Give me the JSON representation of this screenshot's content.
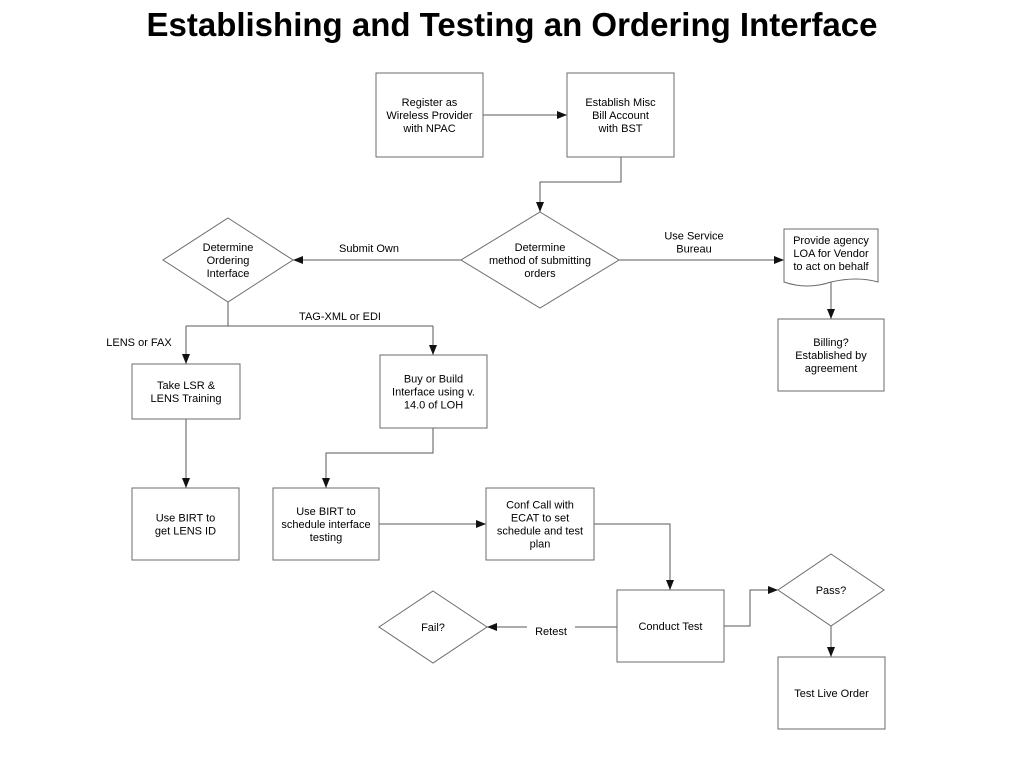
{
  "title": "Establishing and Testing an Ordering Interface",
  "nodes": {
    "register": [
      "Register as",
      "Wireless Provider",
      "with NPAC"
    ],
    "establish_misc": [
      "Establish Misc",
      "Bill Account",
      "with BST"
    ],
    "determine_method": [
      "Determine",
      "method of submitting",
      "orders"
    ],
    "determine_interface": [
      "Determine",
      "Ordering",
      "Interface"
    ],
    "provide_loa": [
      "Provide agency",
      "LOA for Vendor",
      "to act on behalf"
    ],
    "billing": [
      "Billing?",
      "Established by",
      "agreement"
    ],
    "take_lsr": [
      "Take LSR &",
      "LENS Training"
    ],
    "buy_build": [
      "Buy or Build",
      "Interface using v.",
      "14.0 of LOH"
    ],
    "use_birt_lens": [
      "Use BIRT to",
      "get LENS ID"
    ],
    "use_birt_schedule": [
      "Use BIRT to",
      "schedule interface",
      "testing"
    ],
    "conf_call": [
      "Conf Call with",
      "ECAT to set",
      "schedule and test",
      "plan"
    ],
    "conduct_test": [
      "Conduct Test"
    ],
    "pass": [
      "Pass?"
    ],
    "fail": [
      "Fail?"
    ],
    "test_live": [
      "Test Live Order"
    ]
  },
  "edge_labels": {
    "submit_own": [
      "Submit Own"
    ],
    "use_service_bureau": [
      "Use Service",
      "Bureau"
    ],
    "tag_xml_edi": [
      "TAG-XML or EDI"
    ],
    "lens_or_fax": [
      "LENS or FAX"
    ],
    "retest": [
      "Retest"
    ]
  }
}
